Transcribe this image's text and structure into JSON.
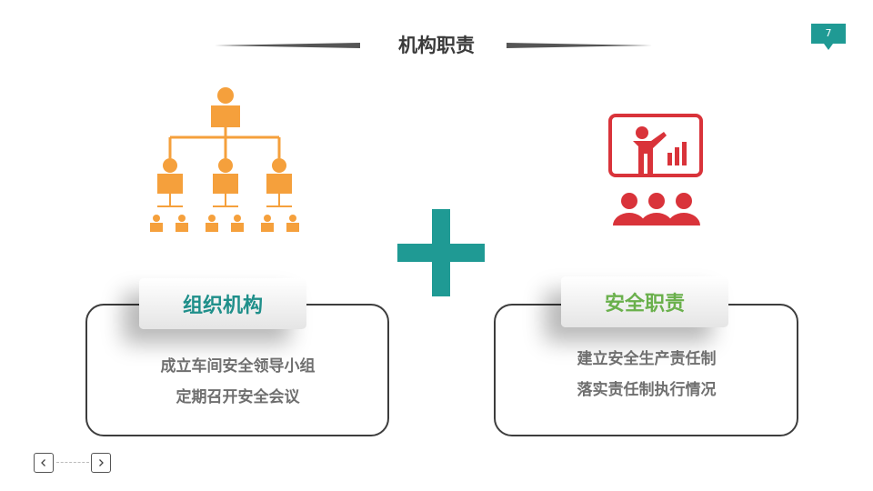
{
  "header": {
    "title": "机构职责",
    "page_number": "7"
  },
  "left_card": {
    "label": "组织机构",
    "lines": [
      "成立车间安全领导小组",
      "定期召开安全会议"
    ],
    "icon": "org-chart-icon",
    "icon_color": "#f5a03c"
  },
  "connector": {
    "icon": "plus-icon",
    "color": "#1f9a94"
  },
  "right_card": {
    "label": "安全职责",
    "lines": [
      "建立安全生产责任制",
      "落实责任制执行情况"
    ],
    "icon": "presentation-icon",
    "icon_color": "#d9333a"
  },
  "nav": {
    "prev_icon": "chevron-left-icon",
    "next_icon": "chevron-right-icon"
  },
  "colors": {
    "teal": "#1f9a94",
    "green": "#6ab04c",
    "text_gray": "#6f6f6f"
  }
}
